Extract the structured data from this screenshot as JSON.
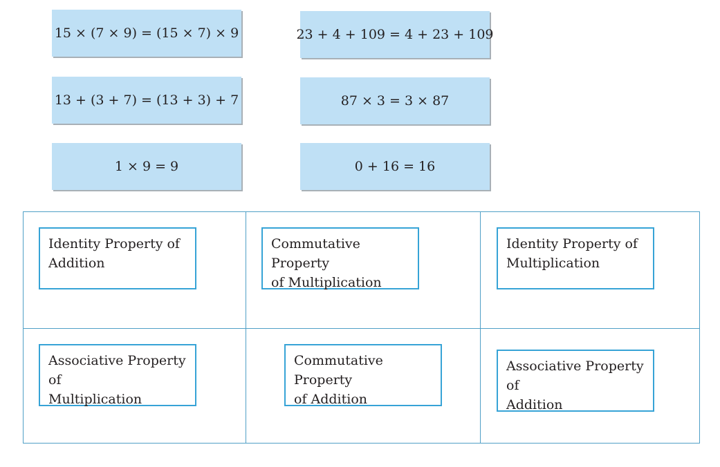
{
  "equations": [
    {
      "text": "15 × (7 × 9) = (15 × 7) × 9"
    },
    {
      "text": "23 + 4 + 109 = 4 + 23 + 109"
    },
    {
      "text": "13 + (3 + 7) = (13 + 3) + 7"
    },
    {
      "text": "87 × 3 = 3 × 87"
    },
    {
      "text": "1 × 9 = 9"
    },
    {
      "text": "0 + 16 = 16"
    }
  ],
  "properties": [
    {
      "line1": "Identity Property of",
      "line2": "Addition"
    },
    {
      "line1": "Commutative Property",
      "line2": "of Multiplication"
    },
    {
      "line1": "Identity Property of",
      "line2": "Multiplication"
    },
    {
      "line1": "Associative Property of",
      "line2": "Multiplication"
    },
    {
      "line1": "Commutative Property",
      "line2": "of Addition"
    },
    {
      "line1": "Associative Property of",
      "line2": "Addition"
    }
  ],
  "colors": {
    "card": "#bfe0f5",
    "border": "#36a3d6",
    "grid": "#4f9fc6"
  }
}
